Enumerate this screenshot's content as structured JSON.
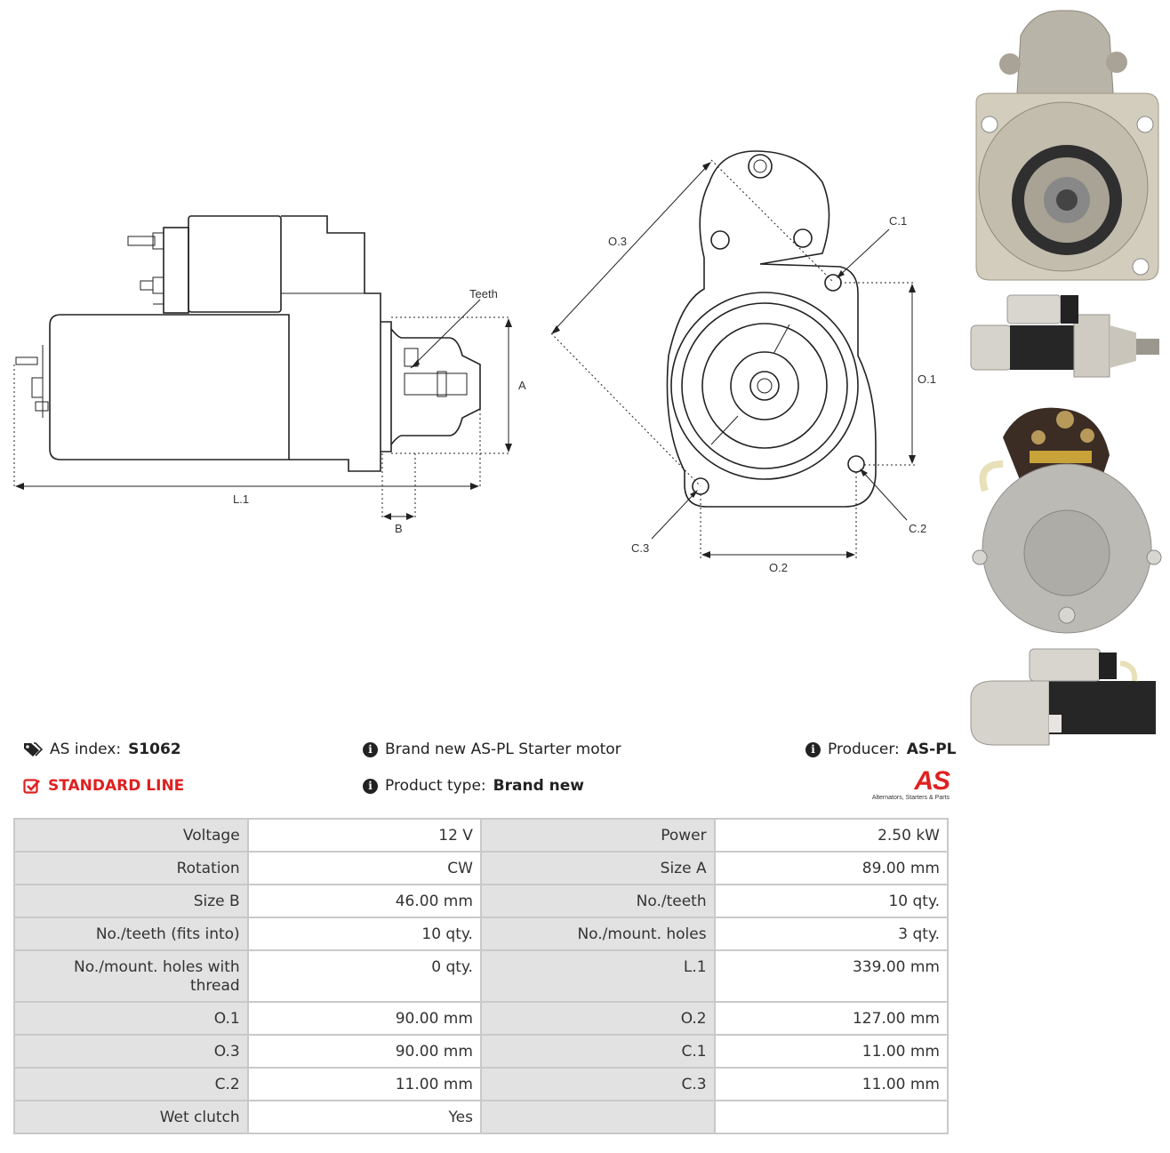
{
  "drawing_labels": {
    "teeth": "Teeth",
    "a": "A",
    "l1": "L.1",
    "b": "B",
    "o3": "O.3",
    "c1": "C.1",
    "o1": "O.1",
    "c2": "C.2",
    "c3": "C.3",
    "o2": "O.2"
  },
  "header": {
    "as_index_label": "AS index:",
    "as_index_value": "S1062",
    "line": "STANDARD LINE",
    "description": "Brand new AS-PL Starter motor",
    "product_type_label": "Product type:",
    "product_type_value": "Brand new",
    "producer_label": "Producer:",
    "producer_value": "AS-PL",
    "logo_text": "AS",
    "logo_tagline": "Alternators, Starters & Parts"
  },
  "colors": {
    "accent": "#e02020",
    "key_cell": "#e2e2e2",
    "border": "#c9c9c9"
  },
  "icons": [
    "tags-icon",
    "info-icon",
    "check-square-icon"
  ],
  "specs": [
    [
      {
        "k": "Voltage",
        "v": "12 V"
      },
      {
        "k": "Power",
        "v": "2.50 kW"
      }
    ],
    [
      {
        "k": "Rotation",
        "v": "CW"
      },
      {
        "k": "Size A",
        "v": "89.00 mm"
      }
    ],
    [
      {
        "k": "Size B",
        "v": "46.00 mm"
      },
      {
        "k": "No./teeth",
        "v": "10 qty."
      }
    ],
    [
      {
        "k": "No./teeth (fits into)",
        "v": "10 qty."
      },
      {
        "k": "No./mount. holes",
        "v": "3 qty."
      }
    ],
    [
      {
        "k": "No./mount. holes with thread",
        "v": "0 qty."
      },
      {
        "k": "L.1",
        "v": "339.00 mm"
      }
    ],
    [
      {
        "k": "O.1",
        "v": "90.00 mm"
      },
      {
        "k": "O.2",
        "v": "127.00 mm"
      }
    ],
    [
      {
        "k": "O.3",
        "v": "90.00 mm"
      },
      {
        "k": "C.1",
        "v": "11.00 mm"
      }
    ],
    [
      {
        "k": "C.2",
        "v": "11.00 mm"
      },
      {
        "k": "C.3",
        "v": "11.00 mm"
      }
    ],
    [
      {
        "k": "Wet clutch",
        "v": "Yes"
      },
      {
        "k": "",
        "v": ""
      }
    ]
  ]
}
